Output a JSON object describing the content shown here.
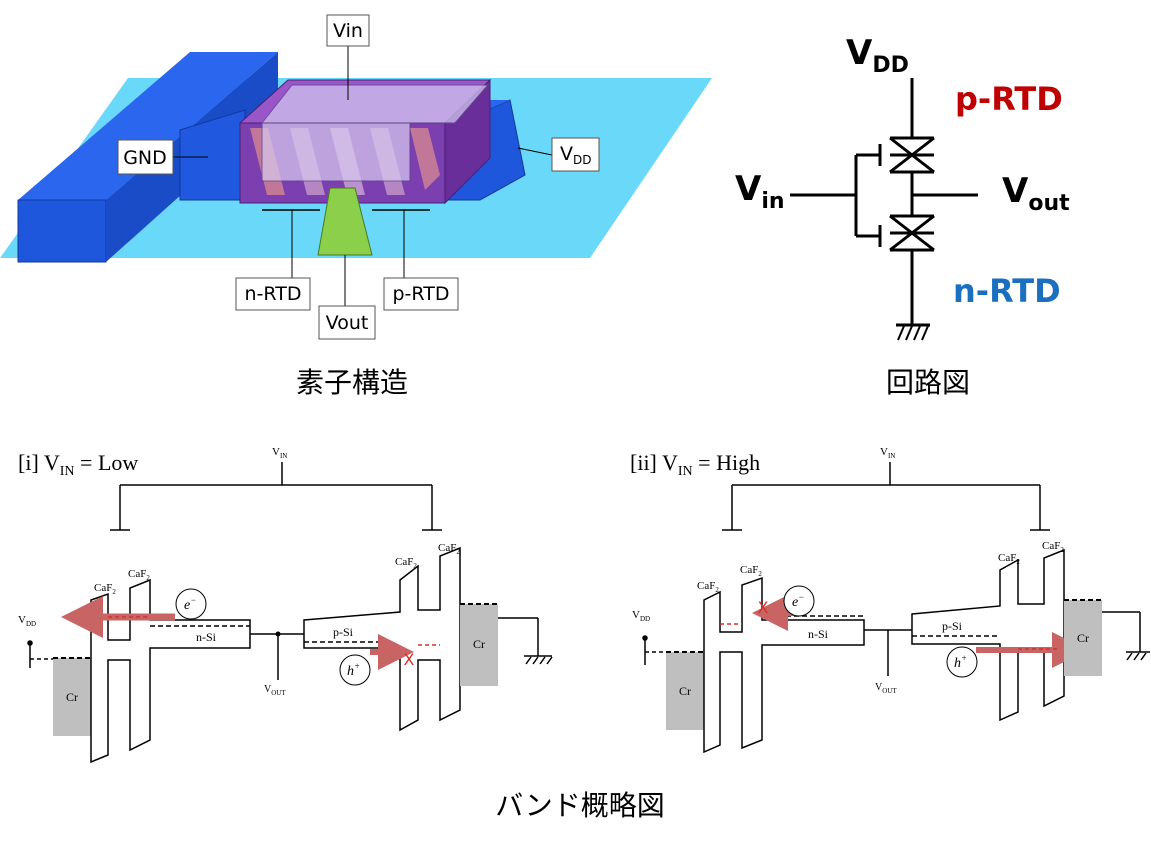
{
  "device": {
    "caption": "素子構造",
    "labels": {
      "vin": "Vin",
      "gnd": "GND",
      "vdd_main": "V",
      "vdd_sub": "DD",
      "n_rtd": "n-RTD",
      "vout": "Vout",
      "p_rtd": "p-RTD"
    },
    "colors": {
      "substrate": "#6ad8f8",
      "electrode": "#1f5ce8",
      "channel": "#8a3fbd",
      "gate": "#8ccf4a"
    }
  },
  "circuit": {
    "caption": "回路図",
    "vdd_main": "V",
    "vdd_sub": "DD",
    "p_rtd": "p-RTD",
    "n_rtd": "n-RTD",
    "vin_main": "V",
    "vin_sub": "in",
    "vout_main": "V",
    "vout_sub": "out",
    "colors": {
      "p_rtd": "#c00000",
      "n_rtd": "#1a6fbf"
    }
  },
  "band": {
    "caption": "バンド概略図",
    "panel1": {
      "title_prefix": "[i] V",
      "title_sub": "IN",
      "title_suffix": " = Low",
      "vin": "V",
      "vin_sub": "IN",
      "vdd": "V",
      "vdd_sub": "DD",
      "vout": "V",
      "vout_sub": "OUT",
      "caf": "CaF",
      "caf_sub": "2",
      "nsi": "n-Si",
      "psi": "p-Si",
      "cr": "Cr",
      "electron": "e",
      "electron_sup": "−",
      "hole": "h",
      "hole_sup": "+"
    },
    "panel2": {
      "title_prefix": "[ii] V",
      "title_sub": "IN",
      "title_suffix": " = High",
      "vin": "V",
      "vin_sub": "IN",
      "vdd": "V",
      "vdd_sub": "DD",
      "vout": "V",
      "vout_sub": "OUT",
      "caf": "CaF",
      "caf_sub": "2",
      "nsi": "n-Si",
      "psi": "p-Si",
      "cr": "Cr",
      "electron": "e",
      "electron_sup": "−",
      "hole": "h",
      "hole_sup": "+"
    },
    "colors": {
      "arrow": "#c86464",
      "block": "#d4302a",
      "cr": "#bfbfbf"
    }
  }
}
